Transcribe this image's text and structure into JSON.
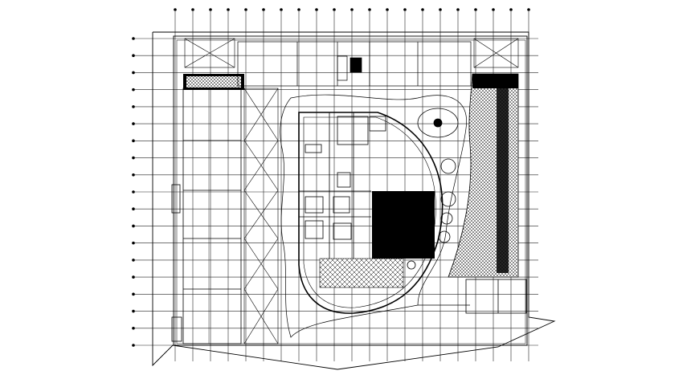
{
  "drawing": {
    "kind": "architectural floor plan",
    "colors": {
      "background": "#ffffff",
      "line": "#000000",
      "grid": "#222222"
    },
    "grid": {
      "columns": 21,
      "rows": 19
    }
  }
}
